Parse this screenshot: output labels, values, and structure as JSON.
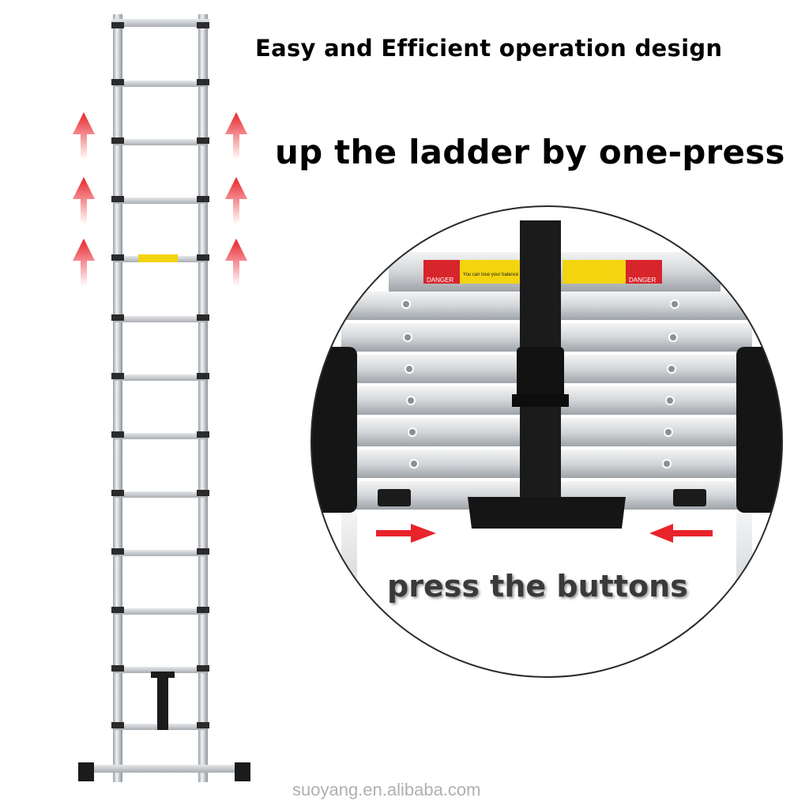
{
  "headline": "Easy and Efficient operation design",
  "subhead": "up the ladder by one-press",
  "callout": "press the buttons",
  "watermark": "suoyang.en.alibaba.com",
  "labels": {
    "danger_left": "DANGER",
    "danger_right": "DANGER",
    "warning_text": "You can lose your balance"
  },
  "colors": {
    "arrow_red": "#e8232a",
    "aluminum": "#c9cdd2",
    "strap": "#1b1b1b",
    "warning_yellow": "#f2d40f",
    "danger_red": "#d8242b"
  },
  "icons": [
    "up-arrow-icon",
    "right-arrow-icon",
    "left-arrow-icon"
  ]
}
